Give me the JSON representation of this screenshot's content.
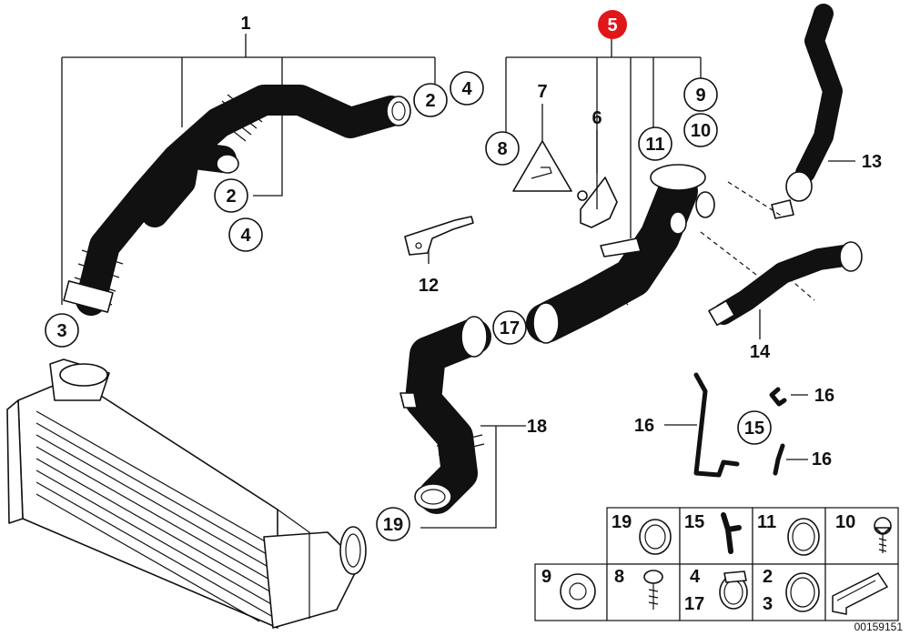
{
  "labels": {
    "part_1": "1",
    "part_2_a": "2",
    "part_4_a": "4",
    "part_2_b": "2",
    "part_4_b": "4",
    "part_3": "3",
    "part_5": "5",
    "part_7": "7",
    "part_6": "6",
    "part_8": "8",
    "part_9": "9",
    "part_10": "10",
    "part_11": "11",
    "part_12": "12",
    "part_13": "13",
    "part_14": "14",
    "part_15": "15",
    "part_16_a": "16",
    "part_16_b": "16",
    "part_16_c": "16",
    "part_17": "17",
    "part_18": "18",
    "part_19": "19"
  },
  "legend": {
    "row1": [
      "19",
      "15",
      "11",
      "10"
    ],
    "row2": [
      "9",
      "8",
      "4",
      "2"
    ],
    "row2_sub": [
      "17",
      "3"
    ]
  },
  "colors": {
    "highlight": "#e0161b",
    "line": "#111111",
    "background": "#ffffff"
  },
  "reference_number": "00159151"
}
